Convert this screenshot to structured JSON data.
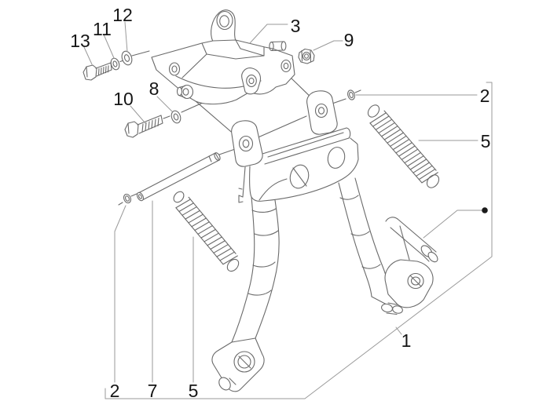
{
  "figure": {
    "type": "exploded-parts-diagram",
    "subject": "scooter center stand assembly",
    "background_color": "#ffffff",
    "part_line_color": "#6a6a6a",
    "leader_line_color": "#9a9a9a",
    "label_color": "#151515"
  },
  "parts": [
    {
      "ref": "1",
      "name": "center-stand"
    },
    {
      "ref": "2",
      "name": "retaining-ring"
    },
    {
      "ref": "3",
      "name": "mounting-bracket"
    },
    {
      "ref": "5",
      "name": "return-spring"
    },
    {
      "ref": "7",
      "name": "pivot-pin"
    },
    {
      "ref": "8",
      "name": "flat-washer"
    },
    {
      "ref": "9",
      "name": "hex-nut"
    },
    {
      "ref": "10",
      "name": "hex-bolt-long"
    },
    {
      "ref": "11",
      "name": "spring-washer"
    },
    {
      "ref": "12",
      "name": "flat-washer-large"
    },
    {
      "ref": "13",
      "name": "hex-bolt-short"
    }
  ],
  "callouts": {
    "c13": {
      "label": "13"
    },
    "c11": {
      "label": "11"
    },
    "c12": {
      "label": "12"
    },
    "c3": {
      "label": "3"
    },
    "c9": {
      "label": "9"
    },
    "c10": {
      "label": "10"
    },
    "c8": {
      "label": "8"
    },
    "c2_right": {
      "label": "2"
    },
    "c5_right": {
      "label": "5"
    },
    "c1": {
      "label": "1"
    },
    "c2_bottom": {
      "label": "2"
    },
    "c7_bottom": {
      "label": "7"
    },
    "c5_bottom": {
      "label": "5"
    }
  }
}
